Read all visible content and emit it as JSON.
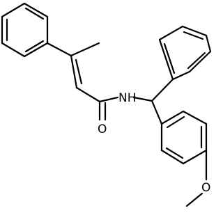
{
  "molecule": {
    "atom_labels": {
      "nitrogen": "NH",
      "carbonyl_oxygen": "O",
      "ether_oxygen": "O"
    }
  }
}
